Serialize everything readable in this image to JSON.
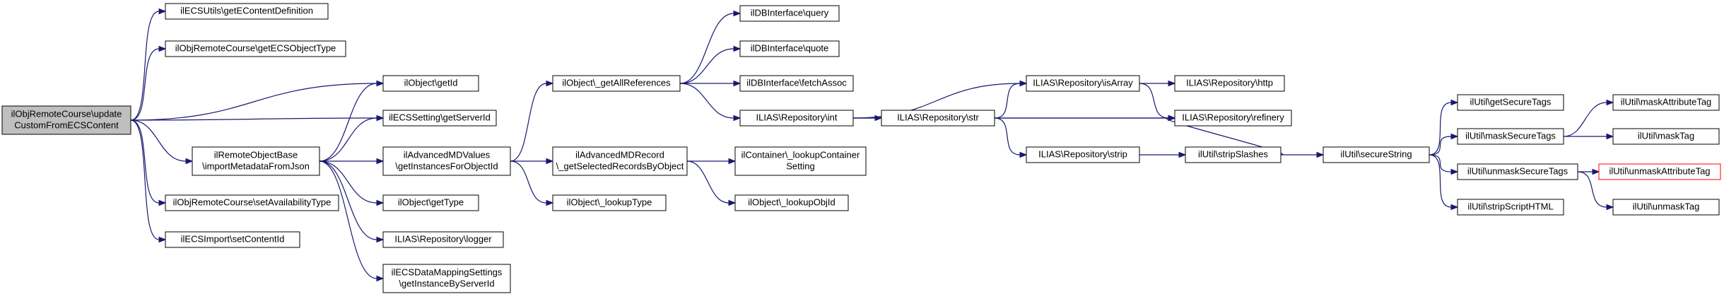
{
  "colors": {
    "edge": "#191970",
    "root_fill": "#bfbfbf",
    "node_fill": "#ffffff",
    "node_stroke": "#000000",
    "truncated_stroke": "#ff0000"
  },
  "nodes": [
    {
      "id": "root",
      "lines": [
        "ilObjRemoteCourse\\update",
        "CustomFromECSContent"
      ],
      "style": "root"
    },
    {
      "id": "ecsutils",
      "lines": [
        "ilECSUtils\\getEContentDefinition"
      ]
    },
    {
      "id": "getecsobjtype",
      "lines": [
        "ilObjRemoteCourse\\getECSObjectType"
      ]
    },
    {
      "id": "getid",
      "lines": [
        "ilObject\\getId"
      ]
    },
    {
      "id": "getserverid",
      "lines": [
        "ilECSSetting\\getServerId"
      ]
    },
    {
      "id": "importmeta",
      "lines": [
        "ilRemoteObjectBase",
        "\\importMetadataFromJson"
      ]
    },
    {
      "id": "setavail",
      "lines": [
        "ilObjRemoteCourse\\setAvailabilityType"
      ]
    },
    {
      "id": "setcontentid",
      "lines": [
        "ilECSImport\\setContentId"
      ]
    },
    {
      "id": "advmd",
      "lines": [
        "ilAdvancedMDValues",
        "\\getInstancesForObjectId"
      ]
    },
    {
      "id": "gettype",
      "lines": [
        "ilObject\\getType"
      ]
    },
    {
      "id": "logger",
      "lines": [
        "ILIAS\\Repository\\logger"
      ]
    },
    {
      "id": "mapping",
      "lines": [
        "ilECSDataMappingSettings",
        "\\getInstanceByServerId"
      ]
    },
    {
      "id": "getallrefs",
      "lines": [
        "ilObject\\_getAllReferences"
      ]
    },
    {
      "id": "advmdrecord",
      "lines": [
        "ilAdvancedMDRecord",
        "\\_getSelectedRecordsByObject"
      ]
    },
    {
      "id": "lookuptype",
      "lines": [
        "ilObject\\_lookupType"
      ]
    },
    {
      "id": "dbquery",
      "lines": [
        "ilDBInterface\\query"
      ]
    },
    {
      "id": "dbquote",
      "lines": [
        "ilDBInterface\\quote"
      ]
    },
    {
      "id": "dbfetch",
      "lines": [
        "ilDBInterface\\fetchAssoc"
      ]
    },
    {
      "id": "repoint",
      "lines": [
        "ILIAS\\Repository\\int"
      ]
    },
    {
      "id": "container",
      "lines": [
        "ilContainer\\_lookupContainer",
        "Setting"
      ]
    },
    {
      "id": "lookupobjid",
      "lines": [
        "ilObject\\_lookupObjId"
      ]
    },
    {
      "id": "repostr",
      "lines": [
        "ILIAS\\Repository\\str"
      ]
    },
    {
      "id": "isarray",
      "lines": [
        "ILIAS\\Repository\\isArray"
      ]
    },
    {
      "id": "repostrip",
      "lines": [
        "ILIAS\\Repository\\strip"
      ]
    },
    {
      "id": "http",
      "lines": [
        "ILIAS\\Repository\\http"
      ]
    },
    {
      "id": "refinery",
      "lines": [
        "ILIAS\\Repository\\refinery"
      ]
    },
    {
      "id": "stripslashes",
      "lines": [
        "ilUtil\\stripSlashes"
      ]
    },
    {
      "id": "securestring",
      "lines": [
        "ilUtil\\secureString"
      ]
    },
    {
      "id": "getsecuretags",
      "lines": [
        "ilUtil\\getSecureTags"
      ]
    },
    {
      "id": "masksecuretags",
      "lines": [
        "ilUtil\\maskSecureTags"
      ]
    },
    {
      "id": "unmasksecuretags",
      "lines": [
        "ilUtil\\unmaskSecureTags"
      ]
    },
    {
      "id": "stripscript",
      "lines": [
        "ilUtil\\stripScriptHTML"
      ]
    },
    {
      "id": "maskattr",
      "lines": [
        "ilUtil\\maskAttributeTag"
      ]
    },
    {
      "id": "masktag",
      "lines": [
        "ilUtil\\maskTag"
      ]
    },
    {
      "id": "unmaskattr",
      "lines": [
        "ilUtil\\unmaskAttributeTag"
      ],
      "style": "truncated"
    },
    {
      "id": "unmasktag",
      "lines": [
        "ilUtil\\unmaskTag"
      ]
    }
  ],
  "edges": [
    [
      "root",
      "ecsutils"
    ],
    [
      "root",
      "getecsobjtype"
    ],
    [
      "root",
      "getid"
    ],
    [
      "root",
      "getserverid"
    ],
    [
      "root",
      "importmeta"
    ],
    [
      "root",
      "setavail"
    ],
    [
      "root",
      "setcontentid"
    ],
    [
      "importmeta",
      "getid"
    ],
    [
      "importmeta",
      "getserverid"
    ],
    [
      "importmeta",
      "advmd"
    ],
    [
      "importmeta",
      "gettype"
    ],
    [
      "importmeta",
      "logger"
    ],
    [
      "importmeta",
      "mapping"
    ],
    [
      "advmd",
      "getallrefs"
    ],
    [
      "advmd",
      "advmdrecord"
    ],
    [
      "advmd",
      "lookuptype"
    ],
    [
      "getallrefs",
      "dbquery"
    ],
    [
      "getallrefs",
      "dbquote"
    ],
    [
      "getallrefs",
      "dbfetch"
    ],
    [
      "getallrefs",
      "repoint"
    ],
    [
      "advmdrecord",
      "container"
    ],
    [
      "advmdrecord",
      "lookupobjid"
    ],
    [
      "repoint",
      "repostr"
    ],
    [
      "repoint",
      "isarray"
    ],
    [
      "repoint",
      "refinery"
    ],
    [
      "repostr",
      "isarray"
    ],
    [
      "repostr",
      "refinery"
    ],
    [
      "repostr",
      "repostrip"
    ],
    [
      "isarray",
      "http"
    ],
    [
      "isarray",
      "refinery"
    ],
    [
      "repostrip",
      "stripslashes"
    ],
    [
      "stripslashes",
      "refinery"
    ],
    [
      "stripslashes",
      "securestring"
    ],
    [
      "securestring",
      "getsecuretags"
    ],
    [
      "securestring",
      "masksecuretags"
    ],
    [
      "securestring",
      "unmasksecuretags"
    ],
    [
      "securestring",
      "stripscript"
    ],
    [
      "masksecuretags",
      "maskattr"
    ],
    [
      "masksecuretags",
      "masktag"
    ],
    [
      "unmasksecuretags",
      "unmaskattr"
    ],
    [
      "unmasksecuretags",
      "unmasktag"
    ]
  ]
}
